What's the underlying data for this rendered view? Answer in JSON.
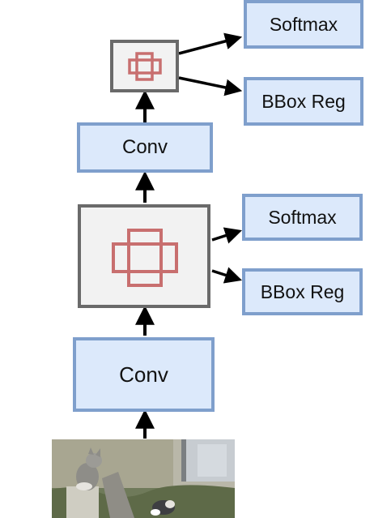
{
  "diagram": {
    "input_image": {
      "description_icon": "cat-photo",
      "colors": {
        "ground": "#6f7a5a",
        "wall": "#b9b7a9",
        "door": "#c7ccd1",
        "cat": "#8e8d88"
      }
    },
    "stage1": {
      "conv_label": "Conv",
      "head": {
        "softmax_label": "Softmax",
        "bbox_label": "BBox Reg"
      }
    },
    "stage2": {
      "conv_label": "Conv",
      "head": {
        "softmax_label": "Softmax",
        "bbox_label": "BBox Reg"
      }
    },
    "colors": {
      "block_fill": "#dce9fb",
      "block_border": "#7f9fcc",
      "roi_fill": "#f2f2f2",
      "roi_border": "#6a6a6a",
      "roi_icon": "#c86f6f",
      "arrow": "#000000"
    }
  }
}
